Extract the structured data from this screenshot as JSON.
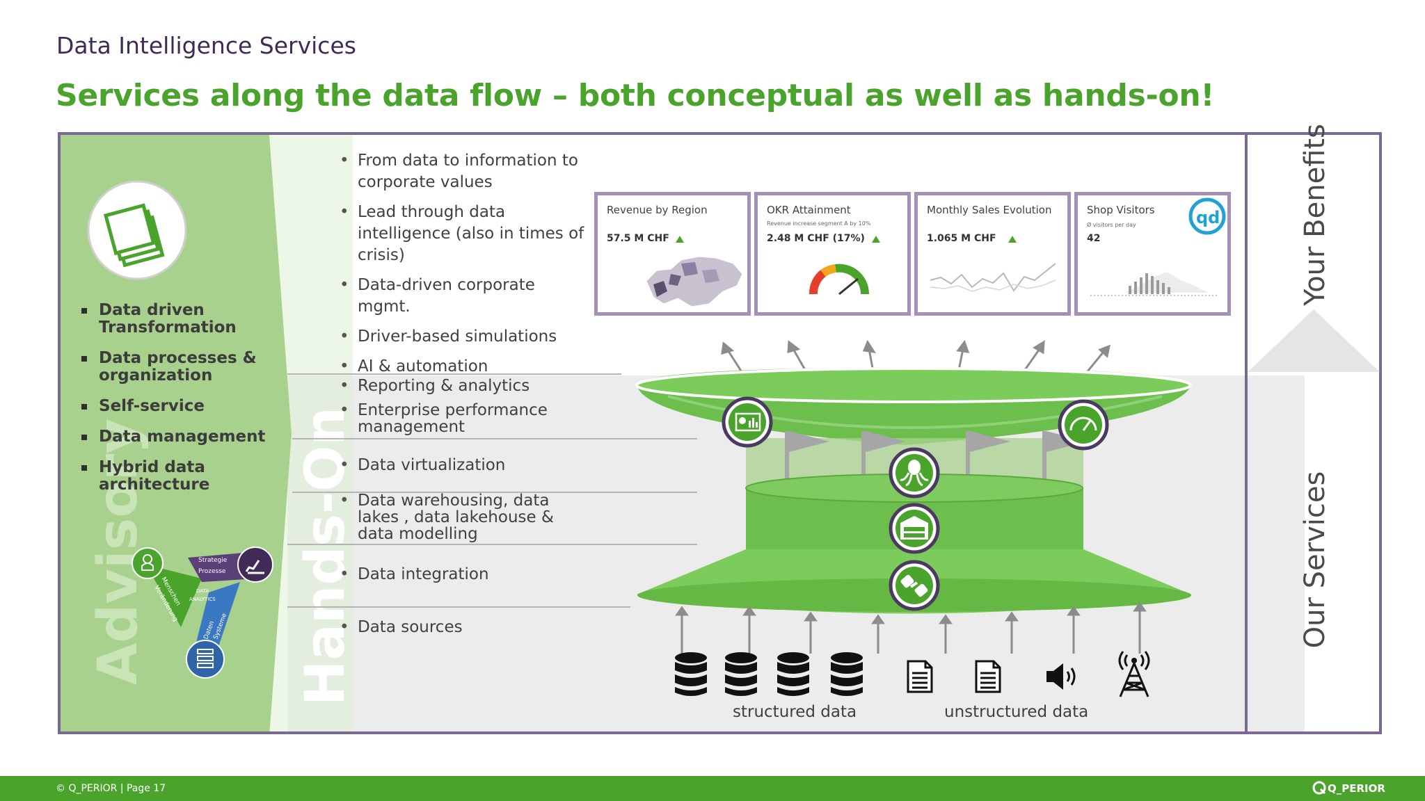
{
  "header": {
    "section_title": "Data Intelligence Services",
    "headline": "Services along the data flow – both conceptual as well as hands-on!"
  },
  "side_labels": {
    "advisory": "Advisory",
    "hands_on": "Hands-On",
    "your_benefits": "Your Benefits",
    "our_services": "Our Services"
  },
  "advisory_list": [
    "Data driven Transformation",
    "Data processes & organization",
    "Self-service",
    "Data management",
    "Hybrid data architecture"
  ],
  "benefits_list": [
    "From data to information to corporate values",
    "Lead through data intelligence (also in times of crisis)",
    "Data-driven corporate mgmt.",
    "Driver-based simulations",
    "AI & automation"
  ],
  "layers": [
    "Reporting & analytics",
    "Enterprise performance management",
    "Data virtualization",
    "Data warehousing, data lakes , data lakehouse & data modelling",
    "Data integration",
    "Data sources"
  ],
  "dashboards": [
    {
      "title": "Revenue by Region",
      "subtitle": "",
      "value": "57.5 M CHF"
    },
    {
      "title": "OKR Attainment",
      "subtitle": "Revenue increase segment A by 10%",
      "value": "2.48 M CHF (17%)"
    },
    {
      "title": "Monthly Sales Evolution",
      "subtitle": "",
      "value": "1.065 M CHF"
    },
    {
      "title": "Shop Visitors",
      "subtitle": "Ø visitors per day",
      "value": "42",
      "logo": "qd"
    }
  ],
  "mini_diagram": {
    "top": "Strategie",
    "top2": "Prozesse",
    "left": "Menschen",
    "left2": "Veränderung",
    "right": "Daten",
    "right2": "Systeme",
    "center": "DATA",
    "center2": "ANALYTICS"
  },
  "sources": {
    "structured_label": "structured data",
    "unstructured_label": "unstructured data",
    "icons": [
      "database-icon",
      "database-icon",
      "database-icon",
      "database-icon",
      "document-icon",
      "document-icon",
      "speaker-icon",
      "antenna-icon"
    ]
  },
  "funnel_icons": [
    "analytics-board-icon",
    "speedometer-icon",
    "octopus-icon",
    "warehouse-icon",
    "plug-icon"
  ],
  "footer": {
    "copyright": "© Q_PERIOR | Page 17",
    "logo": "Q_PERIOR"
  },
  "colors": {
    "green": "#4aa42c",
    "light_green": "#a9d18e",
    "purple": "#7a6a92",
    "dark_purple": "#3f2b55"
  }
}
